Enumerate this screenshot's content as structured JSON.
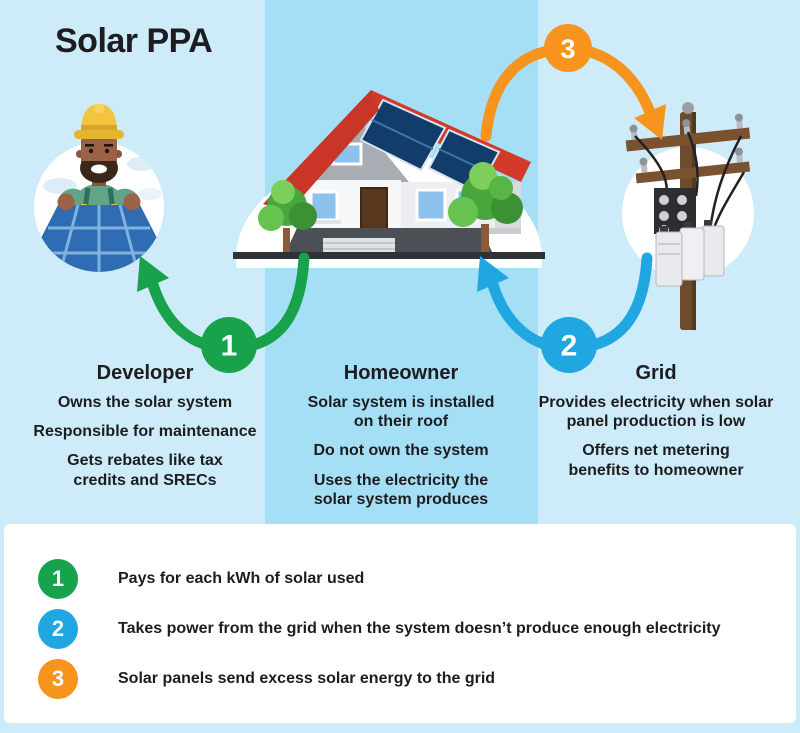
{
  "title": "Solar PPA",
  "colors": {
    "green": "#17a24b",
    "blue": "#20a7e2",
    "orange": "#f7941e",
    "background": "#cdebf8",
    "middle_band": "#a5dff6",
    "panel": "#ffffff",
    "text": "#1d1d1f"
  },
  "columns": [
    {
      "id": "developer",
      "heading": "Developer",
      "illustration": "worker-holding-solar-panel-icon",
      "points": [
        "Owns the solar system",
        "Responsible for maintenance",
        "Gets rebates like tax credits and SRECs"
      ]
    },
    {
      "id": "homeowner",
      "heading": "Homeowner",
      "illustration": "house-with-solar-panels-icon",
      "points": [
        "Solar system is installed on their roof",
        "Do not own the system",
        "Uses the electricity the solar system produces"
      ]
    },
    {
      "id": "grid",
      "heading": "Grid",
      "illustration": "utility-pole-icon",
      "points": [
        "Provides electricity when solar panel production is low",
        "Offers net metering benefits to homeowner"
      ]
    }
  ],
  "flow_markers": [
    {
      "number": "1",
      "color": "#17a24b"
    },
    {
      "number": "2",
      "color": "#20a7e2"
    },
    {
      "number": "3",
      "color": "#f7941e"
    }
  ],
  "legend": [
    {
      "number": "1",
      "color": "#17a24b",
      "text": "Pays for each kWh of solar used"
    },
    {
      "number": "2",
      "color": "#20a7e2",
      "text": "Takes power from the grid when the system doesn’t produce enough electricity"
    },
    {
      "number": "3",
      "color": "#f7941e",
      "text": "Solar panels send excess solar energy to the grid"
    }
  ]
}
